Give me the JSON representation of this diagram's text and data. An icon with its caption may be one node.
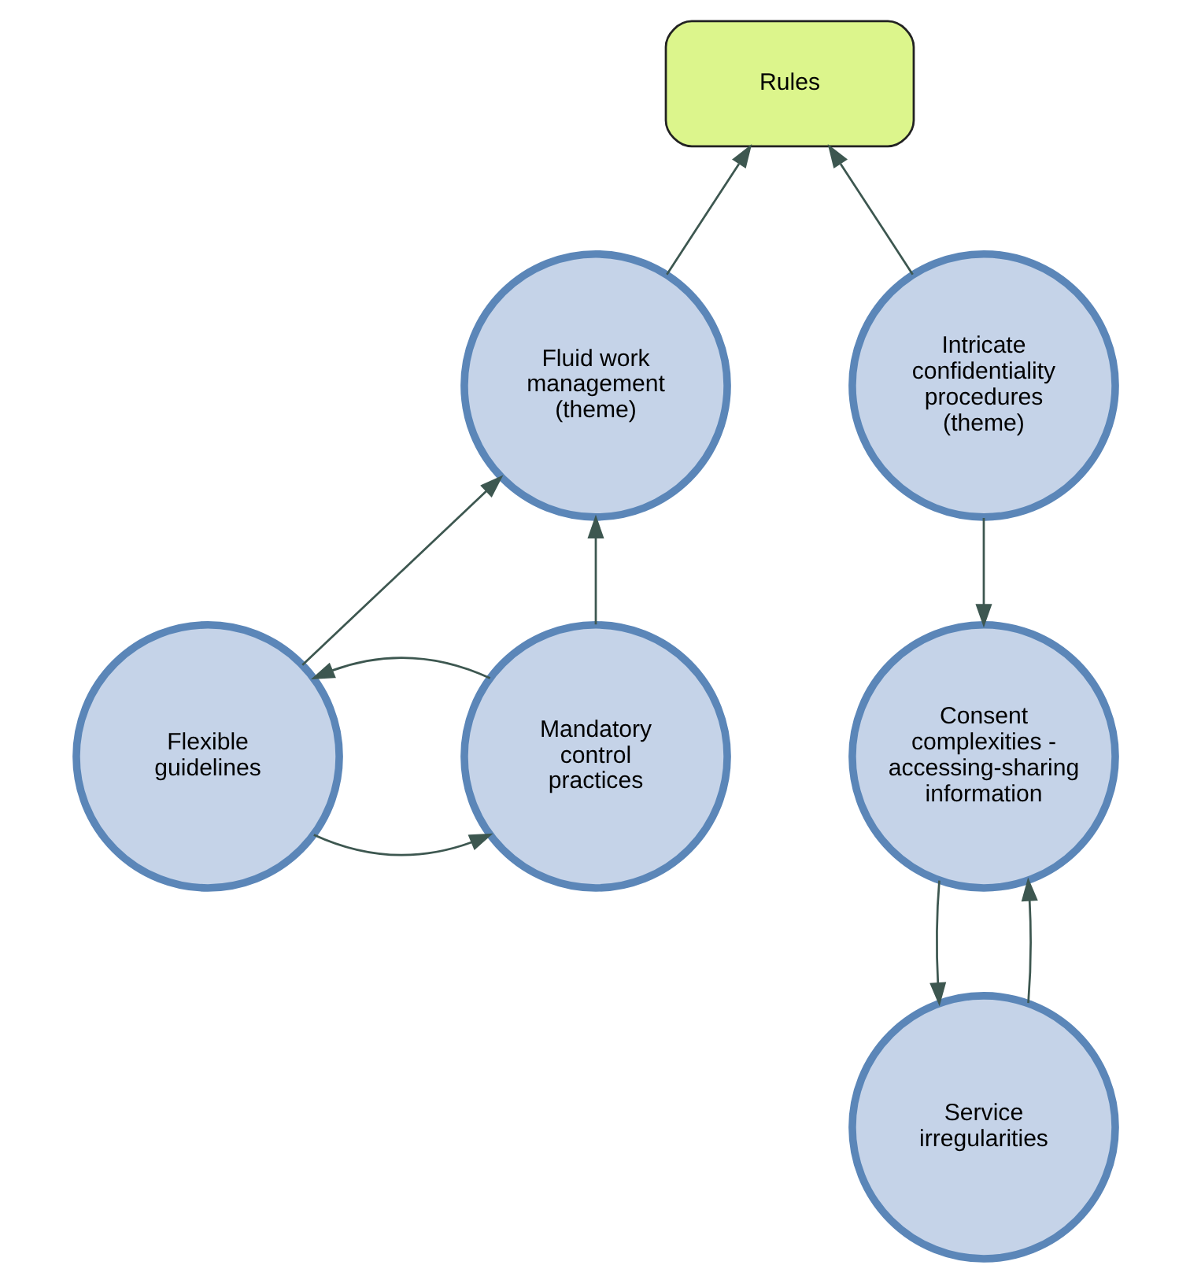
{
  "diagram": {
    "nodes": [
      {
        "text": [
          "Rules"
        ]
      },
      {
        "text": [
          "Fluid work management (theme)"
        ]
      },
      {
        "text": [
          "Intricate confidentiality procedures (theme)"
        ]
      },
      {
        "text": [
          "Flexible guidelines"
        ]
      },
      {
        "text": [
          "Mandatory control practices"
        ]
      },
      {
        "text": [
          "Consent complexities - accessing-sharing information"
        ]
      },
      {
        "text": [
          "Service irregularities"
        ]
      }
    ],
    "edges": [
      {
        "from": 1,
        "to": 0,
        "arrow": "to"
      },
      {
        "from": 2,
        "to": 0,
        "arrow": "to"
      },
      {
        "from": 3,
        "to": 1,
        "arrow": "to"
      },
      {
        "from": 4,
        "to": 1,
        "arrow": "to"
      },
      {
        "from": 3,
        "to": 4,
        "arrow": "to"
      },
      {
        "from": 4,
        "to": 3,
        "arrow": "to"
      },
      {
        "from": 2,
        "to": 5,
        "arrow": "to"
      },
      {
        "from": 5,
        "to": 6,
        "arrow": "to"
      },
      {
        "from": 6,
        "to": 5,
        "arrow": "to"
      }
    ]
  }
}
